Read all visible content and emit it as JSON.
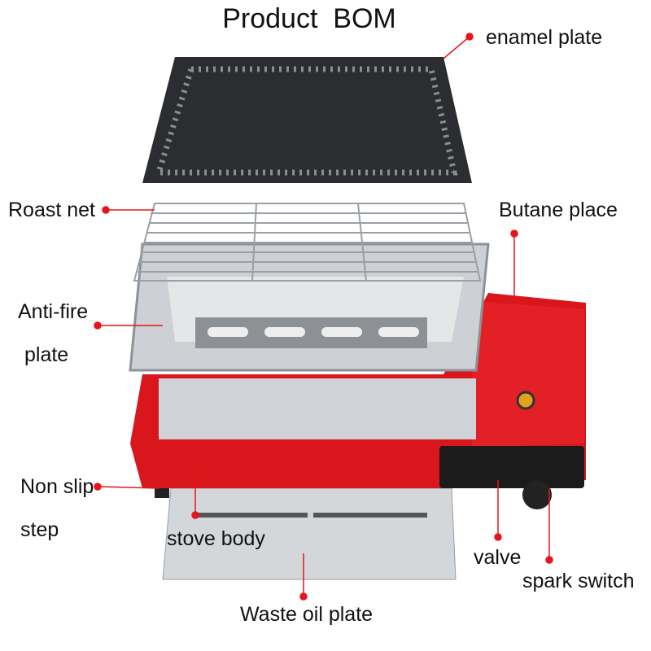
{
  "title": "Product  BOM",
  "labels": {
    "enamel_plate": "enamel plate",
    "roast_net": "Roast net",
    "butane_place": "Butane place",
    "anti_fire_1": "Anti-fire",
    "anti_fire_2": "plate",
    "non_slip_1": "Non slip",
    "non_slip_2": "step",
    "stove_body": "stove body",
    "valve": "valve",
    "spark_switch": "spark switch",
    "waste_oil_plate": "Waste oil plate"
  },
  "colors": {
    "callout": "#e8141b",
    "stove": "#d9161c",
    "plate": "#2b2d30",
    "steel": "#c9ccd0"
  }
}
